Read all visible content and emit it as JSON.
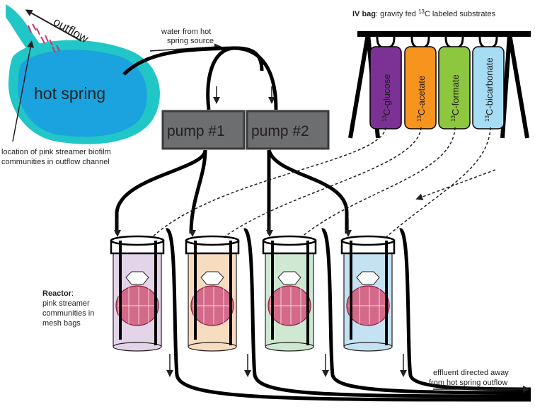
{
  "hot_spring": {
    "label": "hot spring",
    "outflow_label": "outflow",
    "biofilm_note_line1": "location of pink streamer biofilm",
    "biofilm_note_line2": "communities in outflow channel",
    "water_source_line1": "water from hot",
    "water_source_line2": "spring source"
  },
  "pumps": [
    {
      "label": "pump #1"
    },
    {
      "label": "pump #2"
    }
  ],
  "iv_bag": {
    "title_bold": "IV bag",
    "title_rest_pre": ": gravity fed ",
    "isotope_mass": "13",
    "title_rest_post": "C labeled substrates",
    "bags": [
      {
        "mass": "13",
        "name": "C-glucose",
        "color": "#7b3294"
      },
      {
        "mass": "13",
        "name": "C-acetate",
        "color": "#f7941d"
      },
      {
        "mass": "13",
        "name": "C-formate",
        "color": "#8dc63f"
      },
      {
        "mass": "13",
        "name": "C-bicarbonate",
        "color": "#a6dcf4"
      }
    ]
  },
  "reactor": {
    "title": "Reactor",
    "title_suffix": ":",
    "desc_line1": "pink streamer",
    "desc_line2": "communities in",
    "desc_line3": "mesh bags",
    "colors": [
      "#e4d4ea",
      "#f8dcc0",
      "#cfe8d2",
      "#c5e2f3"
    ]
  },
  "effluent": {
    "line1": "effluent directed away",
    "line2": "from hot spring outflow"
  },
  "colors": {
    "spring_outer": "#21c7c7",
    "spring_inner": "#1aa3de",
    "pump_fill": "#6d6e70",
    "biofilm_pink": "#c9356b",
    "streamer_pink": "#d46a8a"
  }
}
